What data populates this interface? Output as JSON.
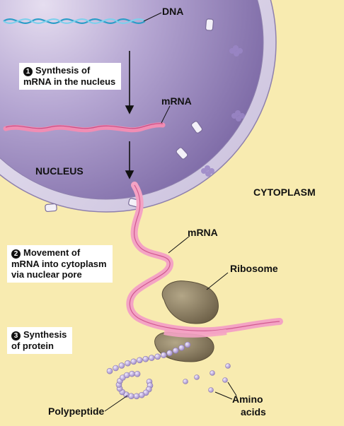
{
  "labels": {
    "dna": "DNA",
    "mrna_top": "mRNA",
    "nucleus": "NUCLEUS",
    "cytoplasm": "CYTOPLASM",
    "mrna_mid": "mRNA",
    "ribosome": "Ribosome",
    "amino_line1": "Amino",
    "amino_line2": "acids",
    "polypeptide": "Polypeptide"
  },
  "steps": [
    {
      "number": "1",
      "line1": "Synthesis of",
      "line2": "mRNA in the nucleus",
      "line3": ""
    },
    {
      "number": "2",
      "line1": "Movement of",
      "line2": "mRNA into cytoplasm",
      "line3": "via nuclear pore"
    },
    {
      "number": "3",
      "line1": "Synthesis",
      "line2": "of protein",
      "line3": ""
    }
  ],
  "colors": {
    "cytoplasm": "#f8ebb0",
    "nucleus": "#a291c2",
    "nuclear_envelope": "#ece8f4",
    "mrna": "#f08db4",
    "dna": "#3fb4d6",
    "ribosome": "#8a7a5c",
    "amino_acid": "#c9b6e6"
  }
}
